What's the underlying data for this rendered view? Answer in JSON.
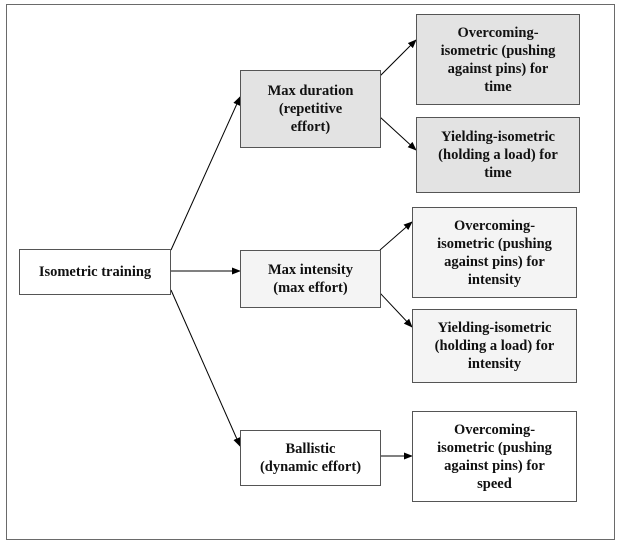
{
  "diagram": {
    "root": {
      "label": "Isometric training"
    },
    "branches": [
      {
        "id": "duration",
        "label": "Max duration\n(repetitive\neffort)",
        "children": [
          {
            "label": "Overcoming-\nisometric (pushing\nagainst pins) for\ntime"
          },
          {
            "label": "Yielding-isometric\n(holding a load) for\ntime"
          }
        ]
      },
      {
        "id": "intensity",
        "label": "Max intensity\n(max effort)",
        "children": [
          {
            "label": "Overcoming-\nisometric (pushing\nagainst pins) for\nintensity"
          },
          {
            "label": "Yielding-isometric\n(holding a load) for\nintensity"
          }
        ]
      },
      {
        "id": "ballistic",
        "label": "Ballistic\n(dynamic effort)",
        "children": [
          {
            "label": "Overcoming-\nisometric (pushing\nagainst pins) for\nspeed"
          }
        ]
      }
    ],
    "colors": {
      "duration_fill": "#e3e3e3",
      "intensity_fill": "#f4f4f4",
      "ballistic_fill": "#ffffff",
      "border": "#555555",
      "arrow": "#000000"
    }
  }
}
